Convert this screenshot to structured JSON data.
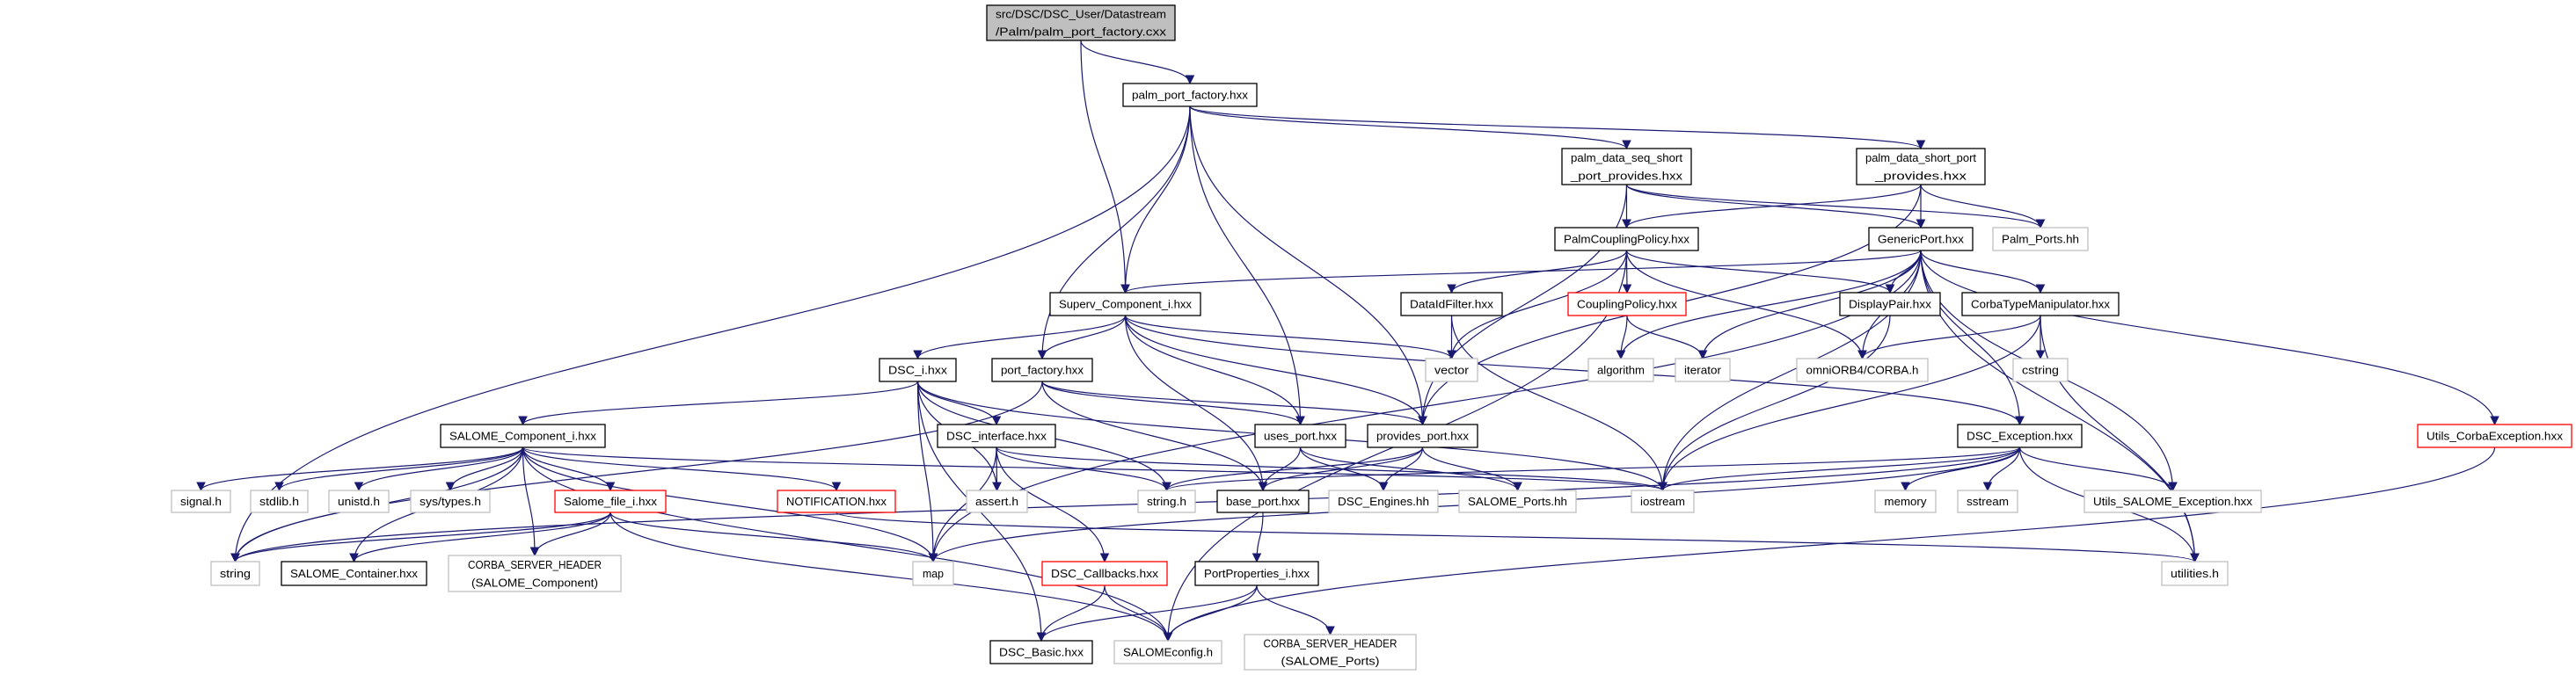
{
  "colors": {
    "edge": "#191970",
    "root_fill": "#bfbfbf",
    "truncated_border": "#ff0000",
    "undocumented_border": "#bfbfbf"
  },
  "nodes": [
    {
      "id": "root",
      "lines": [
        "src/DSC/DSC_User/Datastream",
        "/Palm/palm_port_factory.cxx"
      ],
      "kind": "root"
    },
    {
      "id": "ppf",
      "lines": [
        "palm_port_factory.hxx"
      ],
      "kind": "doc"
    },
    {
      "id": "pdssp",
      "lines": [
        "palm_data_seq_short",
        "_port_provides.hxx"
      ],
      "kind": "doc"
    },
    {
      "id": "pdsp",
      "lines": [
        "palm_data_short_port",
        "_provides.hxx"
      ],
      "kind": "doc"
    },
    {
      "id": "pcp",
      "lines": [
        "PalmCouplingPolicy.hxx"
      ],
      "kind": "doc"
    },
    {
      "id": "gp",
      "lines": [
        "GenericPort.hxx"
      ],
      "kind": "doc"
    },
    {
      "id": "palmports",
      "lines": [
        "Palm_Ports.hh"
      ],
      "kind": "undoc"
    },
    {
      "id": "superv",
      "lines": [
        "Superv_Component_i.hxx"
      ],
      "kind": "doc"
    },
    {
      "id": "dif",
      "lines": [
        "DataIdFilter.hxx"
      ],
      "kind": "doc"
    },
    {
      "id": "cp",
      "lines": [
        "CouplingPolicy.hxx"
      ],
      "kind": "trunc"
    },
    {
      "id": "dp",
      "lines": [
        "DisplayPair.hxx"
      ],
      "kind": "doc"
    },
    {
      "id": "ctm",
      "lines": [
        "CorbaTypeManipulator.hxx"
      ],
      "kind": "doc"
    },
    {
      "id": "dsci",
      "lines": [
        "DSC_i.hxx"
      ],
      "kind": "doc"
    },
    {
      "id": "pf",
      "lines": [
        "port_factory.hxx"
      ],
      "kind": "doc"
    },
    {
      "id": "vector",
      "lines": [
        "vector"
      ],
      "kind": "undoc"
    },
    {
      "id": "algorithm",
      "lines": [
        "algorithm"
      ],
      "kind": "undoc"
    },
    {
      "id": "iterator",
      "lines": [
        "iterator"
      ],
      "kind": "undoc"
    },
    {
      "id": "omni",
      "lines": [
        "omniORB4/CORBA.h"
      ],
      "kind": "undoc"
    },
    {
      "id": "cstring",
      "lines": [
        "cstring"
      ],
      "kind": "undoc"
    },
    {
      "id": "utilsce",
      "lines": [
        "Utils_CorbaException.hxx"
      ],
      "kind": "trunc"
    },
    {
      "id": "sci",
      "lines": [
        "SALOME_Component_i.hxx"
      ],
      "kind": "doc"
    },
    {
      "id": "dscif",
      "lines": [
        "DSC_interface.hxx"
      ],
      "kind": "doc"
    },
    {
      "id": "uses",
      "lines": [
        "uses_port.hxx"
      ],
      "kind": "doc"
    },
    {
      "id": "provides",
      "lines": [
        "provides_port.hxx"
      ],
      "kind": "doc"
    },
    {
      "id": "dscexc",
      "lines": [
        "DSC_Exception.hxx"
      ],
      "kind": "doc"
    },
    {
      "id": "signal",
      "lines": [
        "signal.h"
      ],
      "kind": "undoc"
    },
    {
      "id": "stdlib",
      "lines": [
        "stdlib.h"
      ],
      "kind": "undoc"
    },
    {
      "id": "unistd",
      "lines": [
        "unistd.h"
      ],
      "kind": "undoc"
    },
    {
      "id": "systypes",
      "lines": [
        "sys/types.h"
      ],
      "kind": "undoc"
    },
    {
      "id": "sfi",
      "lines": [
        "Salome_file_i.hxx"
      ],
      "kind": "trunc"
    },
    {
      "id": "notif",
      "lines": [
        "NOTIFICATION.hxx"
      ],
      "kind": "trunc"
    },
    {
      "id": "asserth",
      "lines": [
        "assert.h"
      ],
      "kind": "undoc"
    },
    {
      "id": "stringh",
      "lines": [
        "string.h"
      ],
      "kind": "undoc"
    },
    {
      "id": "baseport",
      "lines": [
        "base_port.hxx"
      ],
      "kind": "doc"
    },
    {
      "id": "engines",
      "lines": [
        "DSC_Engines.hh"
      ],
      "kind": "undoc"
    },
    {
      "id": "salports",
      "lines": [
        "SALOME_Ports.hh"
      ],
      "kind": "undoc"
    },
    {
      "id": "iostream",
      "lines": [
        "iostream"
      ],
      "kind": "undoc"
    },
    {
      "id": "memory",
      "lines": [
        "memory"
      ],
      "kind": "undoc"
    },
    {
      "id": "sstream",
      "lines": [
        "sstream"
      ],
      "kind": "undoc"
    },
    {
      "id": "usexc",
      "lines": [
        "Utils_SALOME_Exception.hxx"
      ],
      "kind": "undoc"
    },
    {
      "id": "string",
      "lines": [
        "string"
      ],
      "kind": "undoc"
    },
    {
      "id": "container",
      "lines": [
        "SALOME_Container.hxx"
      ],
      "kind": "doc"
    },
    {
      "id": "csh_comp",
      "lines": [
        "CORBA_SERVER_HEADER",
        "(SALOME_Component)"
      ],
      "kind": "undoc"
    },
    {
      "id": "map",
      "lines": [
        "map"
      ],
      "kind": "undoc"
    },
    {
      "id": "callbacks",
      "lines": [
        "DSC_Callbacks.hxx"
      ],
      "kind": "trunc"
    },
    {
      "id": "ppi",
      "lines": [
        "PortProperties_i.hxx"
      ],
      "kind": "doc"
    },
    {
      "id": "utilities",
      "lines": [
        "utilities.h"
      ],
      "kind": "undoc"
    },
    {
      "id": "basic",
      "lines": [
        "DSC_Basic.hxx"
      ],
      "kind": "doc"
    },
    {
      "id": "salconfig",
      "lines": [
        "SALOMEconfig.h"
      ],
      "kind": "undoc"
    },
    {
      "id": "csh_ports",
      "lines": [
        "CORBA_SERVER_HEADER",
        "(SALOME_Ports)"
      ],
      "kind": "undoc"
    }
  ],
  "edges": [
    [
      "root",
      "ppf"
    ],
    [
      "root",
      "superv"
    ],
    [
      "ppf",
      "string"
    ],
    [
      "ppf",
      "superv"
    ],
    [
      "ppf",
      "pf"
    ],
    [
      "ppf",
      "uses"
    ],
    [
      "ppf",
      "provides"
    ],
    [
      "ppf",
      "pdssp"
    ],
    [
      "ppf",
      "pdsp"
    ],
    [
      "pdssp",
      "pcp"
    ],
    [
      "pdssp",
      "gp"
    ],
    [
      "pdssp",
      "palmports"
    ],
    [
      "pdssp",
      "provides"
    ],
    [
      "pdsp",
      "pcp"
    ],
    [
      "pdsp",
      "gp"
    ],
    [
      "pdsp",
      "palmports"
    ],
    [
      "pdsp",
      "provides"
    ],
    [
      "pcp",
      "cp"
    ],
    [
      "pcp",
      "dif"
    ],
    [
      "pcp",
      "dp"
    ],
    [
      "pcp",
      "vector"
    ],
    [
      "pcp",
      "omni"
    ],
    [
      "pcp",
      "salconfig"
    ],
    [
      "gp",
      "superv"
    ],
    [
      "gp",
      "dp"
    ],
    [
      "gp",
      "ctm"
    ],
    [
      "gp",
      "dscexc"
    ],
    [
      "gp",
      "utilsce"
    ],
    [
      "gp",
      "utilities"
    ],
    [
      "gp",
      "iostream"
    ],
    [
      "gp",
      "map"
    ],
    [
      "gp",
      "algorithm"
    ],
    [
      "gp",
      "iterator"
    ],
    [
      "gp",
      "usexc"
    ],
    [
      "gp",
      "omni"
    ],
    [
      "cp",
      "algorithm"
    ],
    [
      "cp",
      "iterator"
    ],
    [
      "dif",
      "vector"
    ],
    [
      "dif",
      "iostream"
    ],
    [
      "dp",
      "iostream"
    ],
    [
      "ctm",
      "omni"
    ],
    [
      "ctm",
      "cstring"
    ],
    [
      "ctm",
      "iostream"
    ],
    [
      "ctm",
      "utilities"
    ],
    [
      "superv",
      "dsci"
    ],
    [
      "superv",
      "pf"
    ],
    [
      "superv",
      "uses"
    ],
    [
      "superv",
      "provides"
    ],
    [
      "superv",
      "baseport"
    ],
    [
      "superv",
      "vector"
    ],
    [
      "superv",
      "dscexc"
    ],
    [
      "dsci",
      "sci"
    ],
    [
      "dsci",
      "dscif"
    ],
    [
      "dsci",
      "map"
    ],
    [
      "dsci",
      "asserth"
    ],
    [
      "dsci",
      "stringh"
    ],
    [
      "dsci",
      "iostream"
    ],
    [
      "dsci",
      "basic"
    ],
    [
      "pf",
      "uses"
    ],
    [
      "pf",
      "provides"
    ],
    [
      "pf",
      "baseport"
    ],
    [
      "pf",
      "string"
    ],
    [
      "dscif",
      "callbacks"
    ],
    [
      "dscif",
      "map"
    ],
    [
      "dscif",
      "asserth"
    ],
    [
      "dscif",
      "stringh"
    ],
    [
      "dscif",
      "iostream"
    ],
    [
      "uses",
      "baseport"
    ],
    [
      "uses",
      "engines"
    ],
    [
      "uses",
      "salports"
    ],
    [
      "provides",
      "baseport"
    ],
    [
      "provides",
      "engines"
    ],
    [
      "provides",
      "salports"
    ],
    [
      "provides",
      "stringh"
    ],
    [
      "baseport",
      "ppi"
    ],
    [
      "ppi",
      "basic"
    ],
    [
      "ppi",
      "salconfig"
    ],
    [
      "ppi",
      "csh_ports"
    ],
    [
      "callbacks",
      "basic"
    ],
    [
      "callbacks",
      "salconfig"
    ],
    [
      "sci",
      "signal"
    ],
    [
      "sci",
      "stdlib"
    ],
    [
      "sci",
      "unistd"
    ],
    [
      "sci",
      "systypes"
    ],
    [
      "sci",
      "sfi"
    ],
    [
      "sci",
      "notif"
    ],
    [
      "sci",
      "string"
    ],
    [
      "sci",
      "container"
    ],
    [
      "sci",
      "csh_comp"
    ],
    [
      "sci",
      "map"
    ],
    [
      "sci",
      "iostream"
    ],
    [
      "sci",
      "salconfig"
    ],
    [
      "sfi",
      "string"
    ],
    [
      "sfi",
      "container"
    ],
    [
      "sfi",
      "csh_comp"
    ],
    [
      "sfi",
      "map"
    ],
    [
      "sfi",
      "salconfig"
    ],
    [
      "notif",
      "utilities"
    ],
    [
      "dscexc",
      "memory"
    ],
    [
      "dscexc",
      "sstream"
    ],
    [
      "dscexc",
      "usexc"
    ],
    [
      "dscexc",
      "utilities"
    ],
    [
      "dscexc",
      "iostream"
    ],
    [
      "dscexc",
      "string"
    ],
    [
      "dscexc",
      "stringh"
    ],
    [
      "dscexc",
      "map"
    ],
    [
      "utilsce",
      "salconfig"
    ]
  ]
}
